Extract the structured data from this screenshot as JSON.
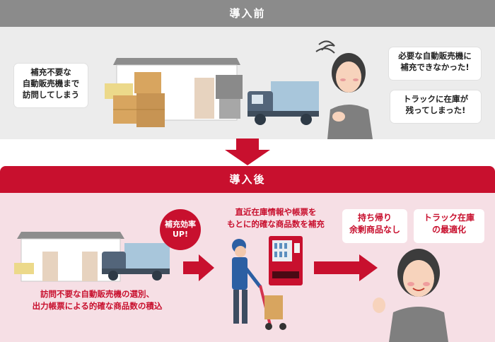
{
  "before": {
    "title": "導入前",
    "left_bubble": "補充不要な\n自動販売機まで\n訪問してしまう",
    "right_bubble_1": "必要な自動販売機に\n補充できなかった!",
    "right_bubble_2": "トラックに在庫が\n残ってしまった!"
  },
  "after": {
    "title": "導入後",
    "badge": "補充効率\nUP!",
    "center_text": "直近在庫情報や帳票を\nもとに的確な商品数を補充",
    "bottom_left_text": "訪問不要な自動販売機の選別、\n出力帳票による的確な商品数の積込",
    "right_bubble_1": "持ち帰り\n余剰商品なし",
    "right_bubble_2": "トラック在庫\nの最適化"
  },
  "colors": {
    "accent_red": "#c8102e",
    "gray_header": "#8b8b8b",
    "before_bg": "#ececec",
    "after_bg": "#f6dfe5"
  }
}
